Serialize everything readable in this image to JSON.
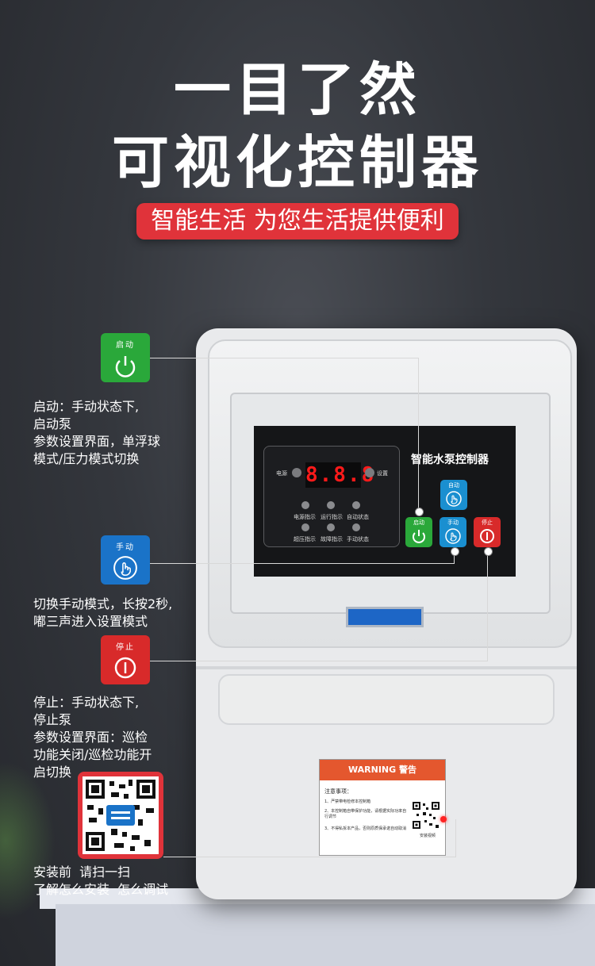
{
  "hero": {
    "line1": "一目了然",
    "line2": "可视化控制器",
    "tagline": "智能生活 为您生活提供便利"
  },
  "device": {
    "brand": "智能水泵控制器",
    "display": "8.8.8",
    "power_label": "电源",
    "set_label": "设置",
    "indicators_row1": [
      "电源指示",
      "运行指示",
      "自动状态"
    ],
    "indicators_row2": [
      "超压指示",
      "故障指示",
      "手动状态"
    ],
    "buttons": {
      "auto": "自动",
      "start": "启动",
      "manual": "手动",
      "stop": "停止"
    },
    "sticker": {
      "header": "WARNING 警告",
      "note_title": "注意事项：",
      "lines": [
        "1、严禁带电检修本控制箱",
        "2、本控制箱自带保护功能，请根据实际功率自行调节",
        "3、不得私拆本产品，否则原质保承诺自动取消"
      ],
      "qr_caption": "安装视频"
    }
  },
  "callouts": {
    "start": {
      "box_label": "启动",
      "lines": [
        "启动：手动状态下,",
        "启动泵",
        "参数设置界面，单浮球",
        "模式/压力模式切换"
      ]
    },
    "manual": {
      "box_label": "手动",
      "lines": [
        "切换手动模式，长按2秒,",
        "嘟三声进入设置模式"
      ]
    },
    "stop": {
      "box_label": "停止",
      "lines": [
        "停止：手动状态下,",
        "停止泵",
        "参数设置界面：巡检",
        "功能关闭/巡检功能开",
        "启切换"
      ]
    },
    "qr": {
      "lines": [
        "安装前  请扫一扫",
        "了解怎么安装  怎么调试"
      ]
    }
  },
  "colors": {
    "accent_red": "#e0333a",
    "start_green": "#2aa83a",
    "manual_blue": "#1a8fd0",
    "stop_red": "#d82a2a"
  }
}
